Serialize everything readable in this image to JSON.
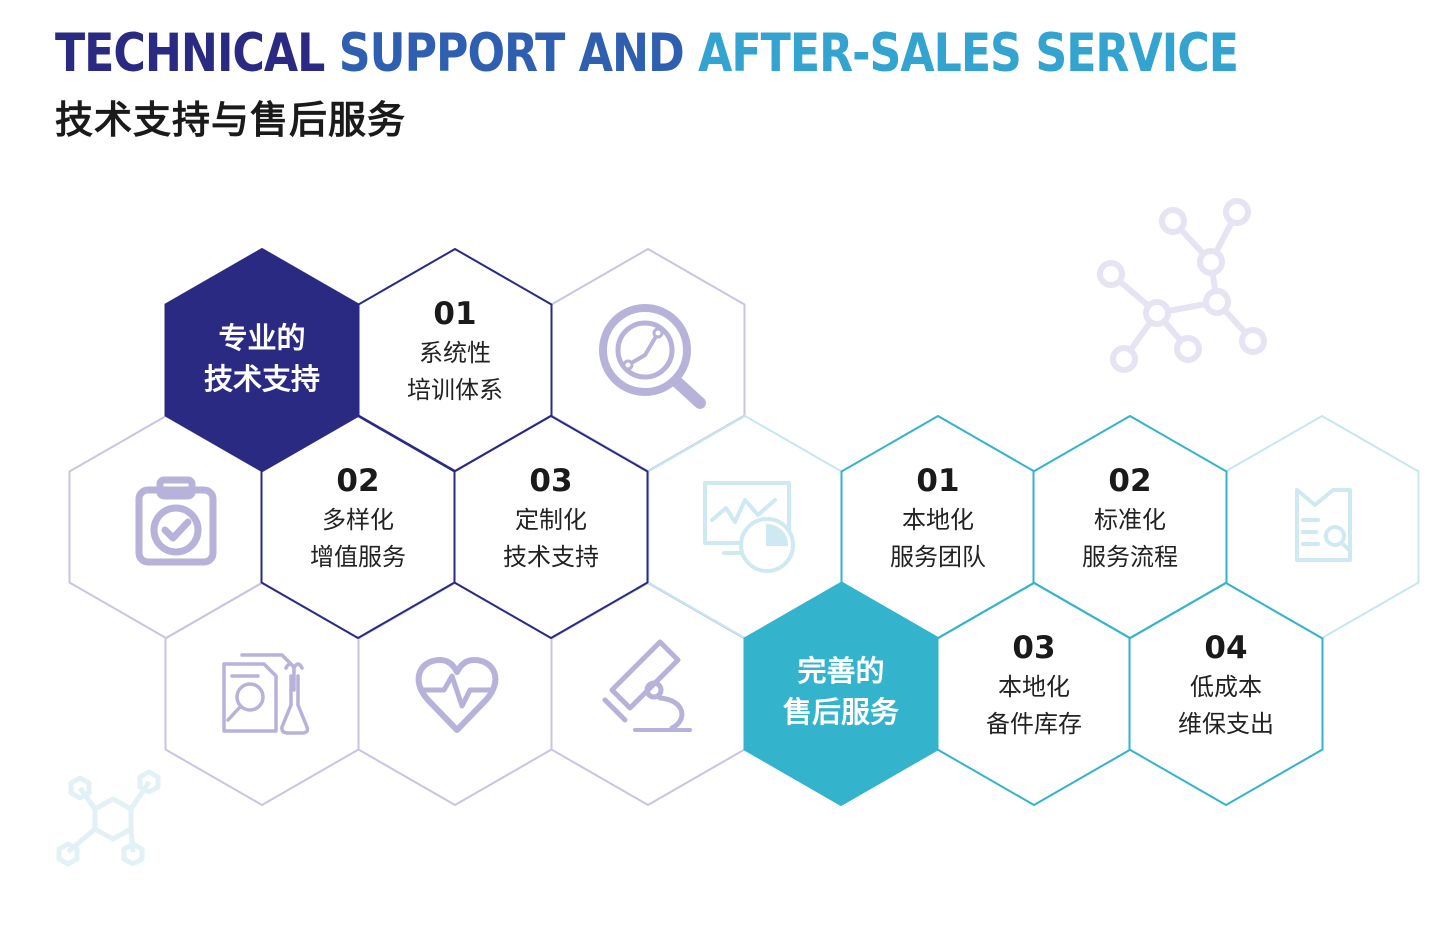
{
  "title_en": {
    "part1": "TECHNICAL",
    "part2": "SUPPORT AND",
    "part3": "AFTER-SALES SERVICE"
  },
  "title_zh": "技术支持与售后服务",
  "colors": {
    "navy": "#2b2a82",
    "teal": "#33b3cc",
    "lavender": "#c8c5e3",
    "light_teal": "#c7e7ef"
  },
  "left_group": {
    "header": [
      "专业的",
      "技术支持"
    ],
    "items": [
      {
        "num": "01",
        "lines": [
          "系统性",
          "培训体系"
        ]
      },
      {
        "num": "02",
        "lines": [
          "多样化",
          "增值服务"
        ]
      },
      {
        "num": "03",
        "lines": [
          "定制化",
          "技术支持"
        ]
      }
    ]
  },
  "right_group": {
    "header": [
      "完善的",
      "售后服务"
    ],
    "items": [
      {
        "num": "01",
        "lines": [
          "本地化",
          "服务团队"
        ]
      },
      {
        "num": "02",
        "lines": [
          "标准化",
          "服务流程"
        ]
      },
      {
        "num": "03",
        "lines": [
          "本地化",
          "备件库存"
        ]
      },
      {
        "num": "04",
        "lines": [
          "低成本",
          "维保支出"
        ]
      }
    ]
  },
  "icons": [
    "magnifier-chart-icon",
    "clipboard-check-icon",
    "lab-document-icon",
    "heartbeat-icon",
    "monitor-chart-icon",
    "microscope-icon",
    "document-search-icon",
    "molecule-icon",
    "hexagon-molecule-icon"
  ]
}
